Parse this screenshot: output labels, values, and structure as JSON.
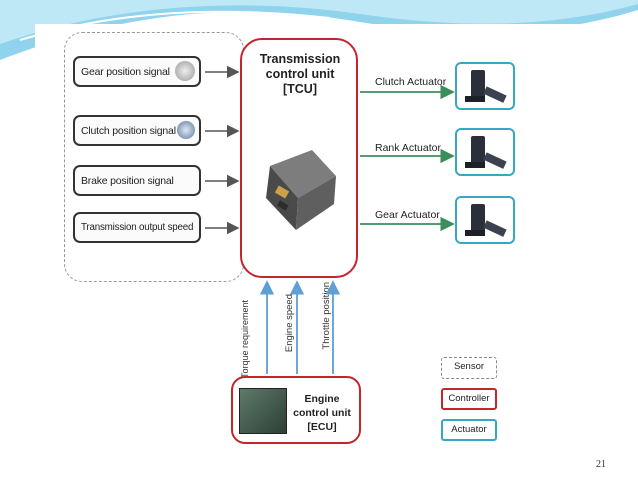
{
  "sensors": [
    {
      "label": "Gear position signal"
    },
    {
      "label": "Clutch position  signal"
    },
    {
      "label": "Brake position  signal"
    },
    {
      "label": "Transmission output speed"
    }
  ],
  "tcu": {
    "title": "Transmission control unit [TCU]"
  },
  "actuators": [
    {
      "label": "Clutch Actuator"
    },
    {
      "label": "Rank Actuator"
    },
    {
      "label": "Gear Actuator"
    }
  ],
  "signals_to_tcu": [
    {
      "label": "Torque requirement"
    },
    {
      "label": "Engine speed"
    },
    {
      "label": "Throttle position"
    }
  ],
  "ecu": {
    "title": "Engine control unit [ECU]"
  },
  "legend": [
    {
      "label": "Sensor",
      "color": "#888888"
    },
    {
      "label": "Controller",
      "color": "#c0262c"
    },
    {
      "label": "Actuator",
      "color": "#35a9c4"
    }
  ],
  "colors": {
    "controller": "#c0262c",
    "actuator": "#35a9c4",
    "arrow": "#3b8f5a",
    "signal_arrow": "#5e9fd6"
  },
  "page_number": "21"
}
